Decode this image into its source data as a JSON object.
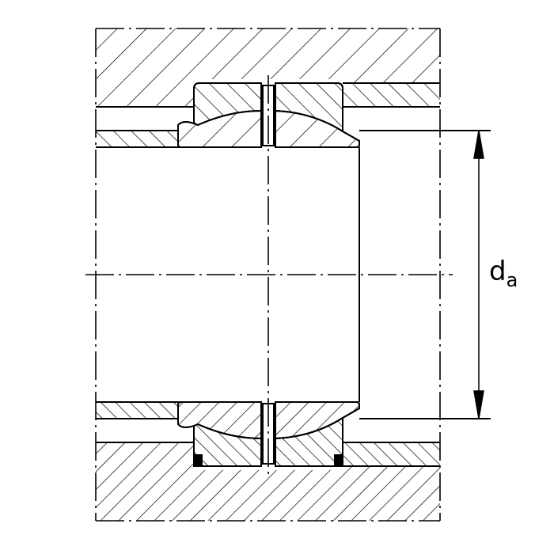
{
  "drawing": {
    "type": "spherical plain bearing cross-section",
    "dimension": {
      "symbol": "d",
      "subscript": "a"
    },
    "colors": {
      "line": "#000000",
      "background": "#ffffff"
    }
  }
}
